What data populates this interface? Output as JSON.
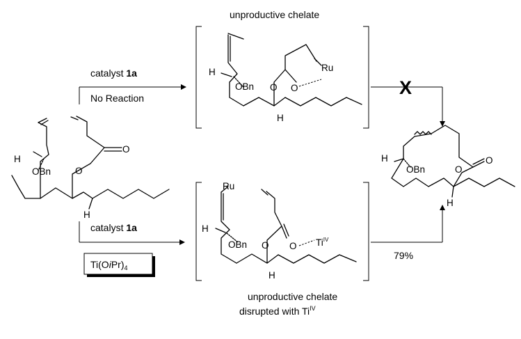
{
  "top": {
    "caption": "unproductive chelate",
    "reagent_prefix": "catalyst ",
    "reagent_bold": "1a",
    "result": "No Reaction",
    "metal": "Ru"
  },
  "bottom": {
    "reagent_prefix": "catalyst ",
    "reagent_bold": "1a",
    "additive": {
      "prefix": "Ti(O",
      "italic": "i",
      "middle": "Pr)",
      "sub": "4"
    },
    "metal": "Ru",
    "chelate_metal": "Ti",
    "chelate_metal_sup": "IV",
    "yield": "79%",
    "caption_line1": "unproductive chelate",
    "caption_line2_prefix": "disrupted with Ti",
    "caption_line2_sup": "IV"
  },
  "labels": {
    "h": "H",
    "obn": "OBn",
    "o": "O",
    "blocked": "X"
  }
}
